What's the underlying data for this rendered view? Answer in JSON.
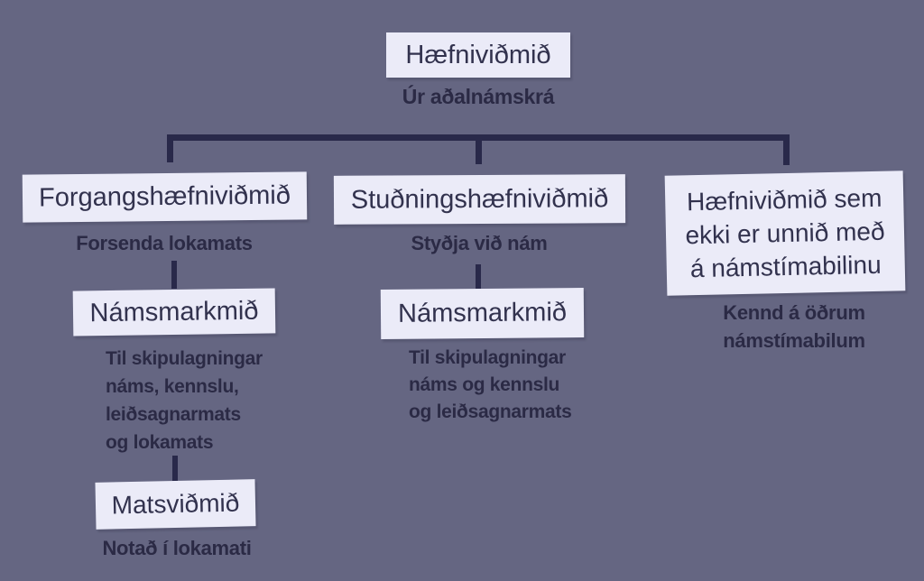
{
  "palette": {
    "background": "#656682",
    "box_fill": "#ebebf8",
    "box_text": "#32324e",
    "label_text": "#2b2a45",
    "line_color": "#29294a"
  },
  "diagram": {
    "root": {
      "title": "Hæfniviðmið",
      "subtitle": "Úr aðalnámskrá"
    },
    "branches": [
      {
        "title": "Forgangshæfniviðmið",
        "subtitle": "Forsenda lokamats",
        "child": {
          "title": "Námsmarkmið",
          "description": "Til skipulagningar\nnáms, kennslu,\nleiðsagnarmats\nog lokamats",
          "child": {
            "title": "Matsviðmið",
            "description": "Notað í lokamati"
          }
        }
      },
      {
        "title": "Stuðningshæfniviðmið",
        "subtitle": "Styðja við nám",
        "child": {
          "title": "Námsmarkmið",
          "description": "Til skipulagningar\nnáms og kennslu\nog leiðsagnarmats"
        }
      },
      {
        "title": "Hæfniviðmið sem\nekki er unnið með\ná námstímabilinu",
        "subtitle": "Kennd á öðrum\nnámstímabilum"
      }
    ]
  }
}
